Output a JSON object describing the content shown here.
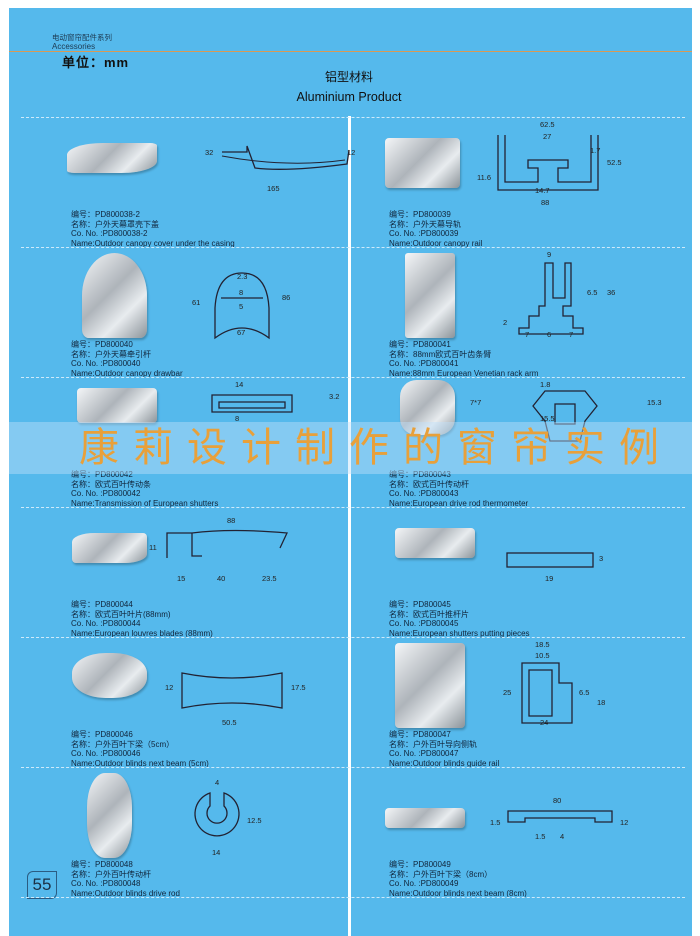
{
  "header": {
    "series_cn": "电动窗帘配件系列",
    "series_en": "Accessories",
    "unit": "单位：mm"
  },
  "title": {
    "cn": "铝型材料",
    "en": "Aluminium Product"
  },
  "labels": {
    "code": "编号：",
    "cn_name": "名称：",
    "co_no": "Co. No. :",
    "name": "Name:"
  },
  "items": [
    {
      "code": "PD800038-2",
      "cn_name": "户外天幕罩壳下盖",
      "co_no": "PD800038-2",
      "name": "Outdoor canopy cover under the casing",
      "dims": [
        "32",
        "165",
        "12"
      ]
    },
    {
      "code": "PD800039",
      "cn_name": "户外天幕导轨",
      "co_no": "PD800039",
      "name": "Outdoor canopy rail",
      "dims": [
        "62.5",
        "27",
        "1.7",
        "52.5",
        "11.6",
        "14.7",
        "88"
      ]
    },
    {
      "code": "PD800040",
      "cn_name": "户外天幕牵引杆",
      "co_no": "PD800040",
      "name": "Outdoor canopy drawbar",
      "dims": [
        "2.3",
        "8",
        "5",
        "61",
        "86",
        "67"
      ]
    },
    {
      "code": "PD800041",
      "cn_name": "88mm欧式百叶齿条臂",
      "co_no": "PD800041",
      "name": "88mm European Venetian rack arm",
      "dims": [
        "9",
        "6.5",
        "36",
        "2",
        "7",
        "6",
        "7"
      ]
    },
    {
      "code": "PD800042",
      "cn_name": "欧式百叶传动条",
      "co_no": "PD800042",
      "name": "Transmission of European shutters",
      "dims": [
        "14",
        "3.2",
        "8"
      ]
    },
    {
      "code": "PD800043",
      "cn_name": "欧式百叶传动杆",
      "co_no": "PD800043",
      "name": "European drive rod thermometer",
      "dims": [
        "1.8",
        "7*7",
        "15.3",
        "15.5"
      ]
    },
    {
      "code": "PD800044",
      "cn_name": "欧式百叶叶片(88mm)",
      "co_no": "PD800044",
      "name": "European louvres blades (88mm)",
      "dims": [
        "88",
        "11",
        "15",
        "40",
        "23.5"
      ]
    },
    {
      "code": "PD800045",
      "cn_name": "欧式百叶推杆片",
      "co_no": "PD800045",
      "name": "European shutters putting pieces",
      "dims": [
        "3",
        "19"
      ]
    },
    {
      "code": "PD800046",
      "cn_name": "户外百叶下梁（5cm）",
      "co_no": "PD800046",
      "name": "Outdoor blinds next beam (5cm)",
      "dims": [
        "12",
        "17.5",
        "50.5"
      ]
    },
    {
      "code": "PD800047",
      "cn_name": "户外百叶导向侧轨",
      "co_no": "PD800047",
      "name": "Outdoor blinds guide rail",
      "dims": [
        "18.5",
        "10.5",
        "25",
        "6.5",
        "18",
        "24"
      ]
    },
    {
      "code": "PD800048",
      "cn_name": "户外百叶传动杆",
      "co_no": "PD800048",
      "name": "Outdoor blinds drive rod",
      "dims": [
        "4",
        "12.5",
        "14"
      ]
    },
    {
      "code": "PD800049",
      "cn_name": "户外百叶下梁（8cm）",
      "co_no": "PD800049",
      "name": "Outdoor blinds next beam (8cm)",
      "dims": [
        "80",
        "1.5",
        "12",
        "1.5",
        "4"
      ]
    }
  ],
  "watermark": "康莉设计制作的窗帘实例",
  "page_number": "55",
  "colors": {
    "background": "#55b9ec",
    "watermark": "#e8a03a",
    "rule": "#d89a55"
  }
}
